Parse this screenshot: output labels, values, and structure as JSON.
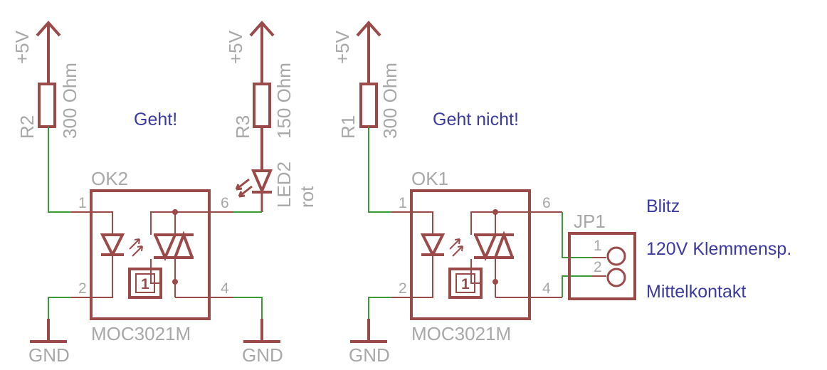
{
  "circuit_a": {
    "supply_r2": "+5V",
    "supply_r3": "+5V",
    "r2_name": "R2",
    "r2_value": "300 Ohm",
    "r3_name": "R3",
    "r3_value": "150 Ohm",
    "status": "Geht!",
    "led_name": "LED2",
    "led_color": "rot",
    "ok_name": "OK2",
    "ok_value": "MOC3021M",
    "pin1": "1",
    "pin2": "2",
    "pin4": "4",
    "pin6": "6",
    "ic_inner": "1",
    "gnd_left": "GND",
    "gnd_right": "GND"
  },
  "circuit_b": {
    "supply": "+5V",
    "r1_name": "R1",
    "r1_value": "300 Ohm",
    "status": "Geht nicht!",
    "ok_name": "OK1",
    "ok_value": "MOC3021M",
    "pin1": "1",
    "pin2": "2",
    "pin4": "4",
    "pin6": "6",
    "ic_inner": "1",
    "gnd": "GND",
    "jp_name": "JP1",
    "jp_pin1": "1",
    "jp_pin2": "2",
    "note_blitz": "Blitz",
    "note_klemm": "120V Klemmensp.",
    "note_mitte": "Mittelkontakt"
  }
}
